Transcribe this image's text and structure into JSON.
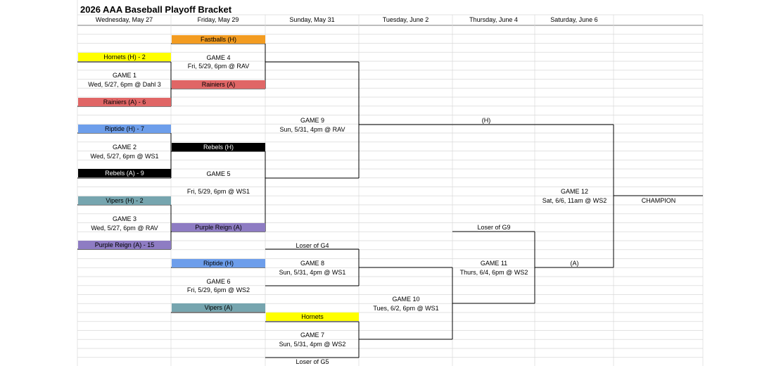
{
  "title": "2026 AAA Baseball Playoff Bracket",
  "days": [
    "Wednesday, May 27",
    "Friday, May 29",
    "Sunday, May 31",
    "Tuesday, June 2",
    "Thursday, June 4",
    "Saturday, June 6"
  ],
  "colors": {
    "orange": "#f39c21",
    "yellow": "#ffff00",
    "red": "#e06666",
    "blue": "#6d9eeb",
    "black": "#000000",
    "teal": "#76a5af",
    "purple": "#8e7cc3",
    "gridline": "#d9d9d9"
  },
  "round1": {
    "g1": {
      "top": "Hornets (H) - 2",
      "title": "GAME 1",
      "info": "Wed, 5/27, 6pm @ Dahl 3",
      "bottom": "Rainiers (A) - 6"
    },
    "g2": {
      "top": "Riptide (H) - 7",
      "title": "GAME 2",
      "info": "Wed, 5/27, 6pm @ WS1",
      "bottom": "Rebels (A) - 9"
    },
    "g3": {
      "top": "Vipers (H) - 2",
      "title": "GAME 3",
      "info": "Wed, 5/27, 6pm @ RAV",
      "bottom": "Purple Reign (A) - 15"
    }
  },
  "round2": {
    "g4": {
      "top": "Fastballs (H)",
      "title": "GAME 4",
      "info": "Fri, 5/29, 6pm @ RAV",
      "bottom": "Rainiers (A)"
    },
    "g5": {
      "top": "Rebels (H)",
      "title": "GAME 5",
      "info": "Fri, 5/29, 6pm @ WS1",
      "bottom": "Purple Reign (A)"
    },
    "g6": {
      "top": "Riptide (H)",
      "title": "GAME 6",
      "info": "Fri, 5/29, 6pm @ WS2",
      "bottom": "Vipers (A)"
    }
  },
  "round3": {
    "g9": {
      "title": "GAME 9",
      "info": "Sun, 5/31, 4pm @ RAV"
    },
    "g8": {
      "top": "Loser of G4",
      "title": "GAME 8",
      "info": "Sun, 5/31, 4pm @ WS1"
    },
    "g7": {
      "top": "Hornets",
      "title": "GAME 7",
      "info": "Sun, 5/31, 4pm @ WS2",
      "bottom": "Loser of G5"
    }
  },
  "round4": {
    "g10": {
      "title": "GAME 10",
      "info": "Tues, 6/2, 6pm @ WS1"
    }
  },
  "round5": {
    "g11": {
      "top": "Loser of G9",
      "title": "GAME 11",
      "info": "Thurs, 6/4, 6pm @ WS2"
    }
  },
  "round6": {
    "g12": {
      "home": "(H)",
      "title": "GAME 12",
      "info": "Sat, 6/6, 11am @ WS2",
      "away": "(A)"
    }
  },
  "champion": "CHAMPION"
}
